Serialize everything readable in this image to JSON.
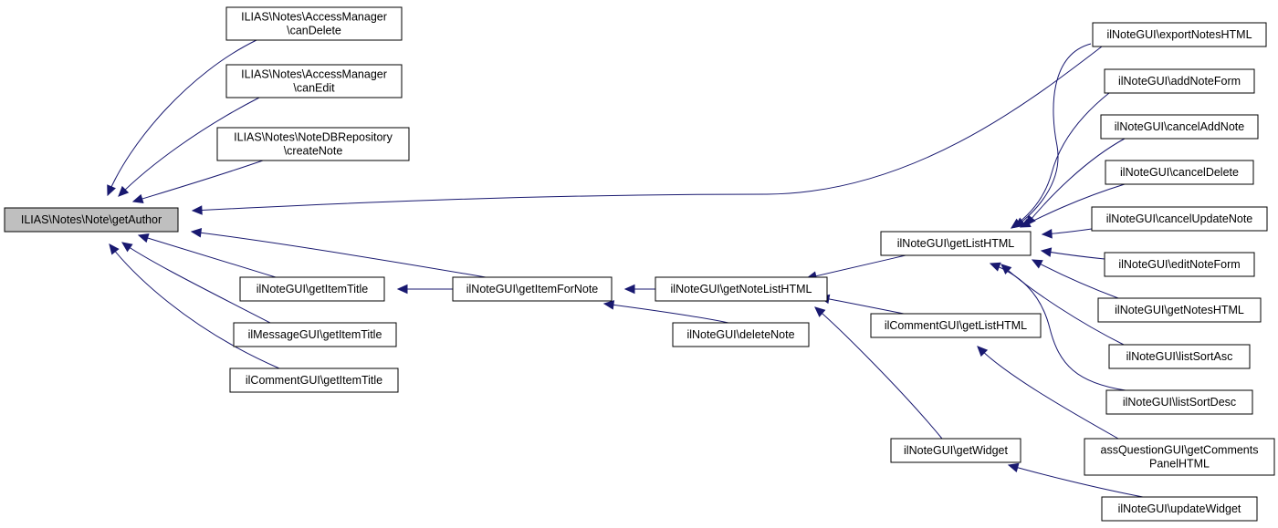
{
  "graph": {
    "root": "ILIAS\\Notes\\Note\\getAuthor",
    "nodes": [
      {
        "id": "get_author",
        "lines": [
          "ILIAS\\Notes\\Note\\getAuthor"
        ]
      },
      {
        "id": "can_delete",
        "lines": [
          "ILIAS\\Notes\\AccessManager",
          "\\canDelete"
        ]
      },
      {
        "id": "can_edit",
        "lines": [
          "ILIAS\\Notes\\AccessManager",
          "\\canEdit"
        ]
      },
      {
        "id": "create_note",
        "lines": [
          "ILIAS\\Notes\\NoteDBRepository",
          "\\createNote"
        ]
      },
      {
        "id": "note_get_item_title",
        "lines": [
          "ilNoteGUI\\getItemTitle"
        ]
      },
      {
        "id": "message_get_item_title",
        "lines": [
          "ilMessageGUI\\getItemTitle"
        ]
      },
      {
        "id": "comment_get_item_title",
        "lines": [
          "ilCommentGUI\\getItemTitle"
        ]
      },
      {
        "id": "get_item_for_note",
        "lines": [
          "ilNoteGUI\\getItemForNote"
        ]
      },
      {
        "id": "get_note_list_html",
        "lines": [
          "ilNoteGUI\\getNoteListHTML"
        ]
      },
      {
        "id": "delete_note",
        "lines": [
          "ilNoteGUI\\deleteNote"
        ]
      },
      {
        "id": "note_get_list_html",
        "lines": [
          "ilNoteGUI\\getListHTML"
        ]
      },
      {
        "id": "comment_get_list_html",
        "lines": [
          "ilCommentGUI\\getListHTML"
        ]
      },
      {
        "id": "get_widget",
        "lines": [
          "ilNoteGUI\\getWidget"
        ]
      },
      {
        "id": "export_notes_html",
        "lines": [
          "ilNoteGUI\\exportNotesHTML"
        ]
      },
      {
        "id": "add_note_form",
        "lines": [
          "ilNoteGUI\\addNoteForm"
        ]
      },
      {
        "id": "cancel_add_note",
        "lines": [
          "ilNoteGUI\\cancelAddNote"
        ]
      },
      {
        "id": "cancel_delete",
        "lines": [
          "ilNoteGUI\\cancelDelete"
        ]
      },
      {
        "id": "cancel_update_note",
        "lines": [
          "ilNoteGUI\\cancelUpdateNote"
        ]
      },
      {
        "id": "edit_note_form",
        "lines": [
          "ilNoteGUI\\editNoteForm"
        ]
      },
      {
        "id": "get_notes_html",
        "lines": [
          "ilNoteGUI\\getNotesHTML"
        ]
      },
      {
        "id": "list_sort_asc",
        "lines": [
          "ilNoteGUI\\listSortAsc"
        ]
      },
      {
        "id": "list_sort_desc",
        "lines": [
          "ilNoteGUI\\listSortDesc"
        ]
      },
      {
        "id": "get_comments_panel_html",
        "lines": [
          "assQuestionGUI\\getComments",
          "PanelHTML"
        ]
      },
      {
        "id": "update_widget",
        "lines": [
          "ilNoteGUI\\updateWidget"
        ]
      }
    ],
    "edges": [
      {
        "from": "can_delete",
        "to": "get_author"
      },
      {
        "from": "can_edit",
        "to": "get_author"
      },
      {
        "from": "create_note",
        "to": "get_author"
      },
      {
        "from": "export_notes_html",
        "to": "get_author"
      },
      {
        "from": "get_item_for_note",
        "to": "get_author"
      },
      {
        "from": "note_get_item_title",
        "to": "get_author"
      },
      {
        "from": "message_get_item_title",
        "to": "get_author"
      },
      {
        "from": "comment_get_item_title",
        "to": "get_author"
      },
      {
        "from": "get_item_for_note",
        "to": "note_get_item_title"
      },
      {
        "from": "get_note_list_html",
        "to": "get_item_for_note"
      },
      {
        "from": "delete_note",
        "to": "get_item_for_note"
      },
      {
        "from": "note_get_list_html",
        "to": "get_note_list_html"
      },
      {
        "from": "comment_get_list_html",
        "to": "get_note_list_html"
      },
      {
        "from": "get_widget",
        "to": "get_note_list_html"
      },
      {
        "from": "export_notes_html",
        "to": "note_get_list_html"
      },
      {
        "from": "add_note_form",
        "to": "note_get_list_html"
      },
      {
        "from": "cancel_add_note",
        "to": "note_get_list_html"
      },
      {
        "from": "cancel_delete",
        "to": "note_get_list_html"
      },
      {
        "from": "cancel_update_note",
        "to": "note_get_list_html"
      },
      {
        "from": "edit_note_form",
        "to": "note_get_list_html"
      },
      {
        "from": "get_notes_html",
        "to": "note_get_list_html"
      },
      {
        "from": "list_sort_asc",
        "to": "note_get_list_html"
      },
      {
        "from": "list_sort_desc",
        "to": "note_get_list_html"
      },
      {
        "from": "get_comments_panel_html",
        "to": "comment_get_list_html"
      },
      {
        "from": "update_widget",
        "to": "get_widget"
      }
    ]
  }
}
